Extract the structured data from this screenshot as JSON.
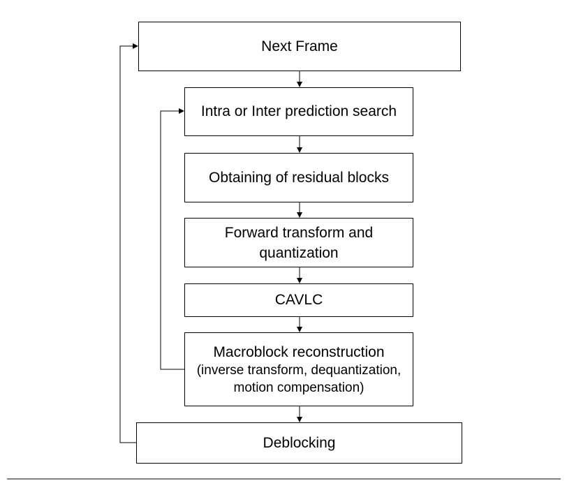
{
  "nodes": {
    "next_frame": {
      "label": "Next Frame"
    },
    "prediction": {
      "label": "Intra or Inter prediction search"
    },
    "residual": {
      "label": "Obtaining of residual blocks"
    },
    "transform": {
      "label_line1": "Forward transform and",
      "label_line2": "quantization"
    },
    "cavlc": {
      "label": "CAVLC"
    },
    "reconstruction": {
      "label": "Macroblock reconstruction",
      "detail_line1": "(inverse transform, dequantization,",
      "detail_line2": "motion compensation)"
    },
    "deblocking": {
      "label": "Deblocking"
    }
  },
  "colors": {
    "line": "#000000",
    "box_border": "#000000",
    "background": "#ffffff"
  }
}
